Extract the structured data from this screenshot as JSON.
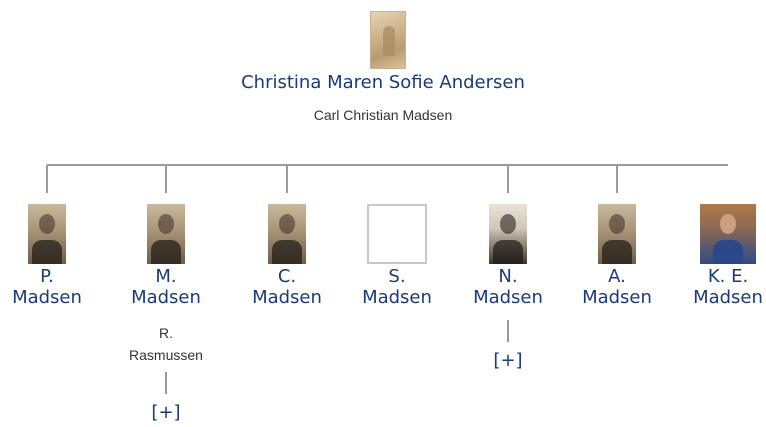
{
  "root": {
    "name": "Christina Maren Sofie Andersen",
    "spouse": "Carl Christian Madsen"
  },
  "children": [
    {
      "initial": "P.",
      "surname": "Madsen",
      "photo": "sepia"
    },
    {
      "initial": "M.",
      "surname": "Madsen",
      "photo": "sepia",
      "spouse": [
        "R.",
        "Rasmussen"
      ],
      "expand": "[+]"
    },
    {
      "initial": "C.",
      "surname": "Madsen",
      "photo": "sepia"
    },
    {
      "initial": "S.",
      "surname": "Madsen",
      "photo": "blank"
    },
    {
      "initial": "N.",
      "surname": "Madsen",
      "photo": "dark",
      "expand": "[+]"
    },
    {
      "initial": "A.",
      "surname": "Madsen",
      "photo": "sepia"
    },
    {
      "initial": "K. E.",
      "surname": "Madsen",
      "photo": "color"
    }
  ]
}
